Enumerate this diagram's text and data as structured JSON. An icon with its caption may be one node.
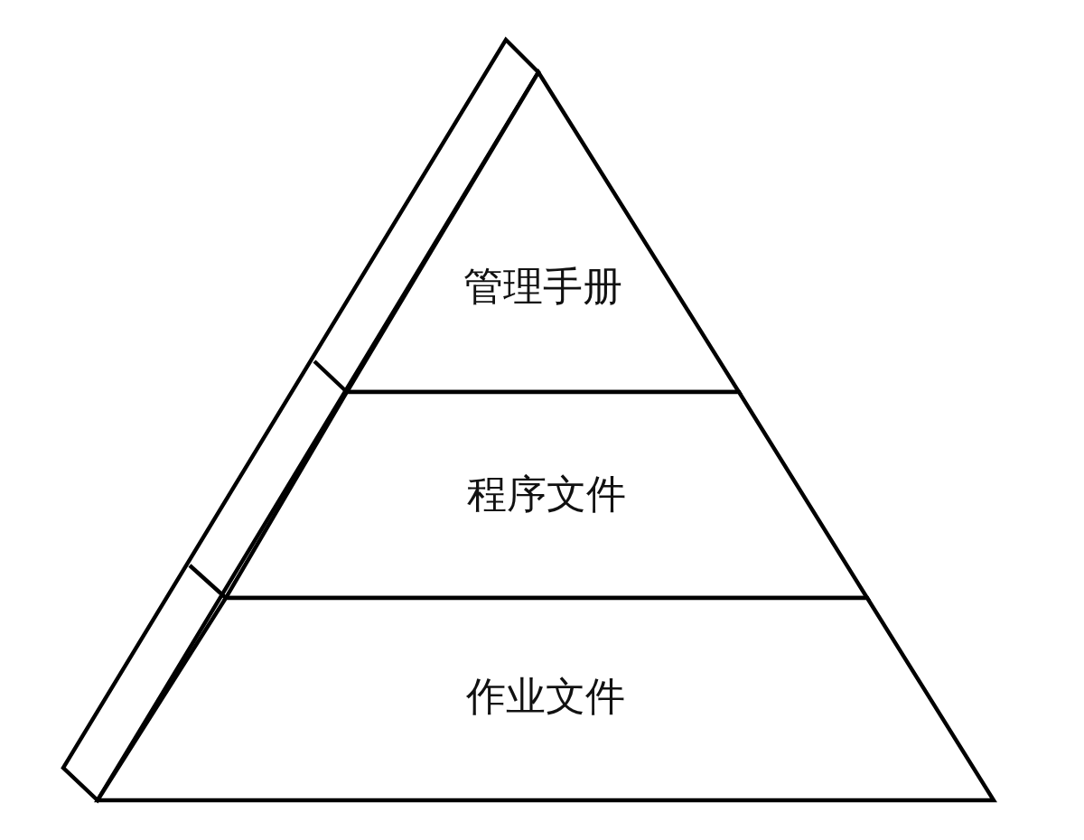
{
  "diagram": {
    "nodes": [
      {
        "text": [
          "管理手册"
        ]
      },
      {
        "text": [
          "程序文件"
        ]
      },
      {
        "text": [
          "作业文件"
        ]
      }
    ]
  }
}
